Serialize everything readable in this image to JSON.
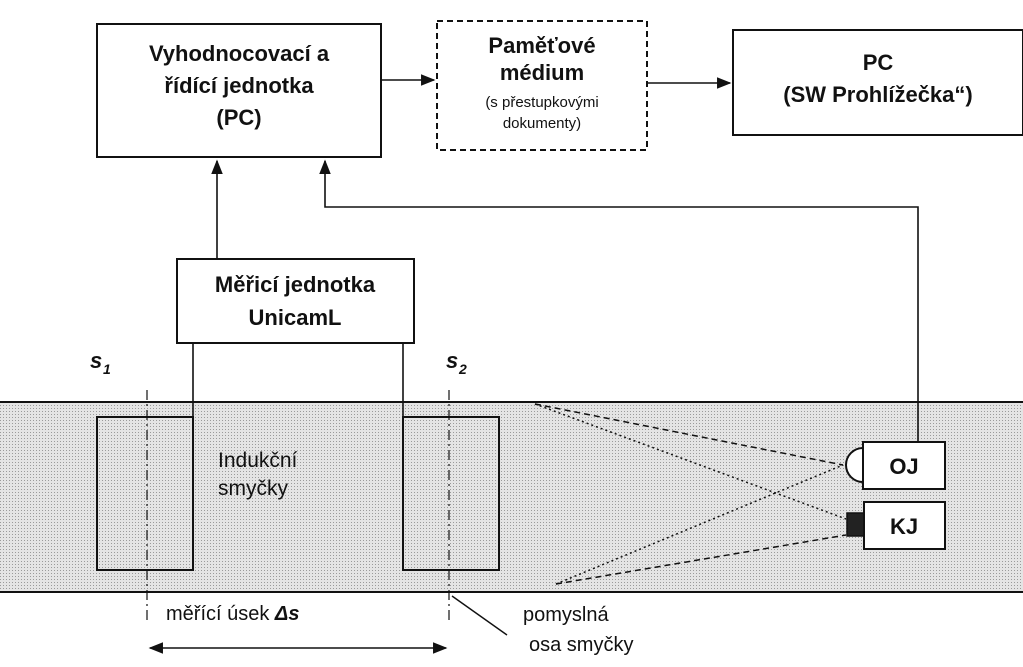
{
  "boxes": {
    "control_unit": {
      "line1": "Vyhodnocovací a",
      "line2": "řídící jednotka",
      "line3": "(PC)"
    },
    "memory": {
      "line1": "Paměťové",
      "line2": "médium",
      "line3": "(s přestupkovými",
      "line4": "dokumenty)"
    },
    "pc_viewer": {
      "line1": "PC",
      "line2": "(SW Prohlížečka“)"
    },
    "measuring_unit": {
      "line1": "Měřicí jednotka",
      "line2": "UnicamL"
    },
    "oj": {
      "label": "OJ"
    },
    "kj": {
      "label": "KJ"
    }
  },
  "labels": {
    "s1_base": "s",
    "s1_sub": "1",
    "s2_base": "s",
    "s2_sub": "2",
    "loops_line1": "Indukční",
    "loops_line2": "smyčky",
    "section_text": "měřící úsek ",
    "section_symbol": "Δs",
    "axis_line1": "pomyslná",
    "axis_line2": "osa smyčky"
  },
  "colors": {
    "road_fill": "#dcdcdc",
    "line": "#111111"
  }
}
